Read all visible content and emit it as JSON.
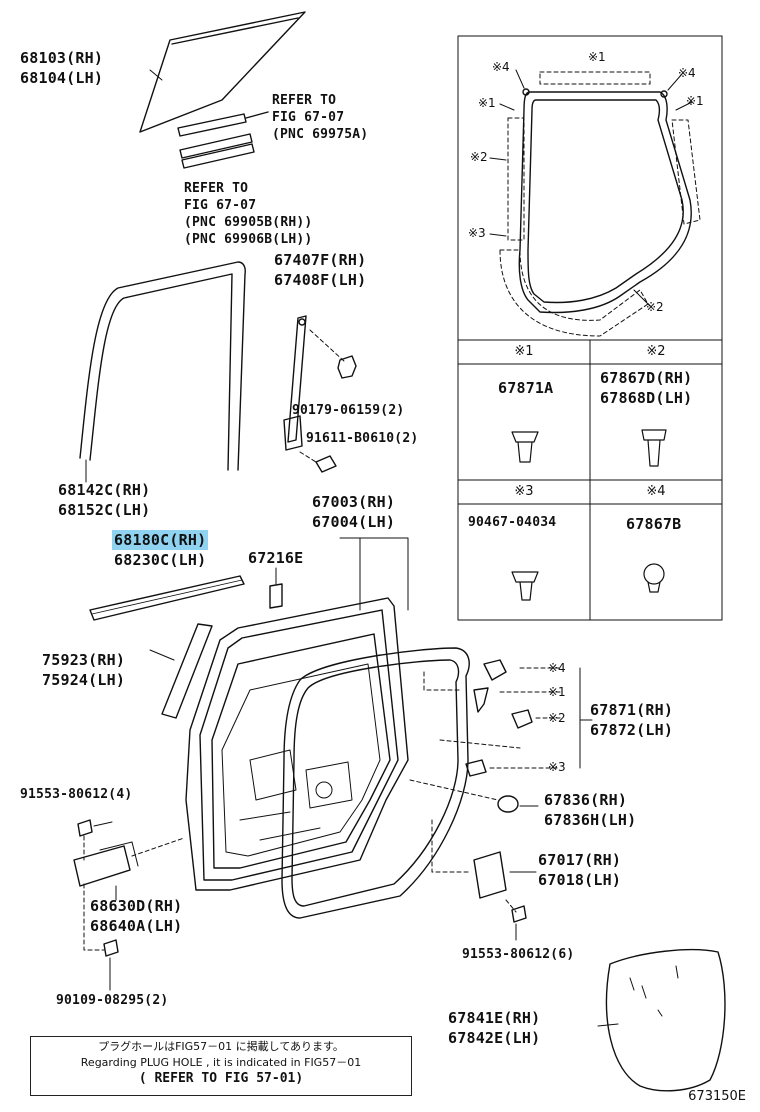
{
  "labels": {
    "glass": [
      "68103(RH)",
      "68104(LH)"
    ],
    "refer1": [
      "REFER TO",
      "FIG 67-07",
      "(PNC 69975A)"
    ],
    "refer2": [
      "REFER TO",
      "FIG 67-07",
      "(PNC 69905B(RH))",
      "(PNC 69906B(LH))"
    ],
    "regulator": [
      "67407F(RH)",
      "67408F(LH)"
    ],
    "nut": "90179-06159(2)",
    "bolt1": "91611-B0610(2)",
    "run": [
      "68142C(RH)",
      "68152C(LH)"
    ],
    "panel": [
      "67003(RH)",
      "67004(LH)"
    ],
    "weatherstrip_rh": "68180C(RH)",
    "weatherstrip_lh": "68230C(LH)",
    "stopper": "67216E",
    "garnish": [
      "75923(RH)",
      "75924(LH)"
    ],
    "clip_set": [
      "67871(RH)",
      "67872(LH)"
    ],
    "plug": [
      "67836(RH)",
      "67836H(LH)"
    ],
    "bolt4": "91553-80612(4)",
    "check": [
      "68630D(RH)",
      "68640A(LH)"
    ],
    "bolt6": "91553-80612(6)",
    "bracket": [
      "67017(RH)",
      "67018(LH)"
    ],
    "screw": "90109-08295(2)",
    "cover": [
      "67841E(RH)",
      "67842E(LH)"
    ]
  },
  "marks": {
    "m1": "※1",
    "m2": "※2",
    "m3": "※3",
    "m4": "※4"
  },
  "table": {
    "c1_head": "※1",
    "c1_part": "67871A",
    "c2_head": "※2",
    "c2_part": [
      "67867D(RH)",
      "67868D(LH)"
    ],
    "c3_head": "※3",
    "c3_part": "90467-04034",
    "c4_head": "※4",
    "c4_part": "67867B"
  },
  "note": {
    "jp": "プラグホールはFIG57－01 に掲載してあります。",
    "en": "Regarding  PLUG HOLE , it is indicated in FIG57－01",
    "ref": "( REFER TO FIG 57-01)"
  },
  "figure_number": "673150E"
}
